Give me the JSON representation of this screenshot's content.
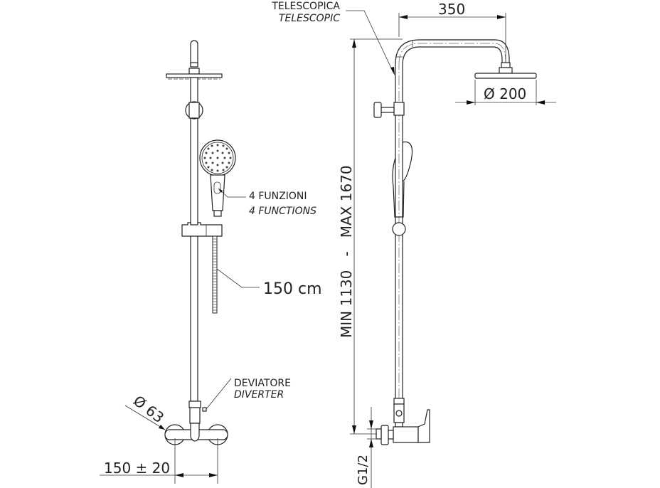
{
  "title": "Shower column technical drawing",
  "colors": {
    "line": "#222222",
    "background": "#ffffff"
  },
  "front_view": {
    "labels": {
      "functions_it": "4 FUNZIONI",
      "functions_en": "4 FUNCTIONS",
      "hose_length": "150 cm",
      "diverter_it": "DEVIATORE",
      "diverter_en": "DIVERTER",
      "escutcheon_diameter": "Ø 63",
      "inlet_spacing": "150 ± 20"
    }
  },
  "side_view": {
    "labels": {
      "telescopic_it": "TELESCOPICA",
      "telescopic_en": "TELESCOPIC",
      "arm_length": "350",
      "head_diameter": "Ø 200",
      "height_range": "MIN 1130   -   MAX 1670",
      "thread": "G1/2"
    }
  }
}
